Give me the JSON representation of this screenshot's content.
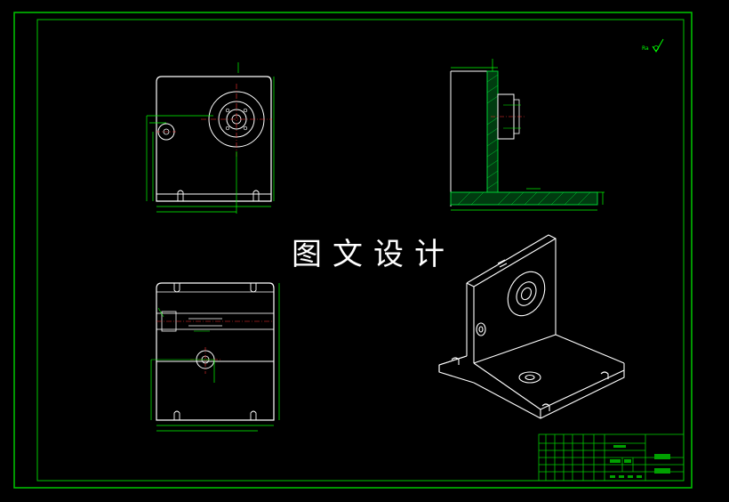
{
  "drawing": {
    "watermark_text": "图文设计",
    "roughness_mark": "Ra",
    "colors": {
      "frame": "#00c800",
      "outline": "#ffffff",
      "dimension": "#00ff00",
      "centerline": "#ff3333",
      "hatch": "#00cc33",
      "title_fill": "#00a000",
      "paper": "#000000"
    },
    "views": [
      "front-view",
      "side-section-view",
      "top-view",
      "isometric-view"
    ],
    "title_block": {
      "drawing_code": "",
      "name_box": "",
      "bottom_labels": [
        "",
        "",
        "",
        ""
      ]
    }
  }
}
